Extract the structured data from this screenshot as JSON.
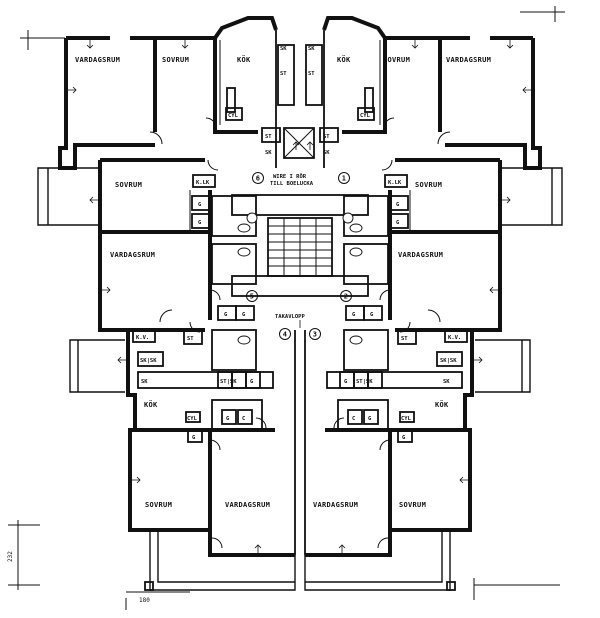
{
  "plan": {
    "rooms": [
      {
        "id": "vardagsrum-top-left",
        "label": "VARDAGSRUM"
      },
      {
        "id": "sovrum-top-left",
        "label": "SOVRUM"
      },
      {
        "id": "kok-top-left",
        "label": "KÖK"
      },
      {
        "id": "kok-top-right",
        "label": "KÖK"
      },
      {
        "id": "sovrum-top-right",
        "label": "SOVRUM"
      },
      {
        "id": "vardagsrum-top-right",
        "label": "VARDAGSRUM"
      },
      {
        "id": "sovrum-mid-left",
        "label": "SOVRUM"
      },
      {
        "id": "sovrum-mid-right",
        "label": "SOVRUM"
      },
      {
        "id": "vardagsrum-mid-left",
        "label": "VARDAGSRUM"
      },
      {
        "id": "vardagsrum-mid-right",
        "label": "VARDAGSRUM"
      },
      {
        "id": "kok-low-left",
        "label": "KÖK"
      },
      {
        "id": "kok-low-right",
        "label": "KÖK"
      },
      {
        "id": "sovrum-bottom-left",
        "label": "SOVRUM"
      },
      {
        "id": "vardagsrum-bottom-left",
        "label": "VARDAGSRUM"
      },
      {
        "id": "vardagsrum-bottom-right",
        "label": "VARDAGSRUM"
      },
      {
        "id": "sovrum-bottom-right",
        "label": "SOVRUM"
      }
    ],
    "fixtures": {
      "st": "ST",
      "sk": "SK",
      "cyl": "CYL",
      "kv": "K.V.",
      "klk": "K.LK",
      "sksk": "SK|SK",
      "stsk": "ST|SK",
      "g": "G",
      "c": "C"
    },
    "apartment_numbers": [
      "1",
      "2",
      "3",
      "4",
      "5",
      "6"
    ],
    "notes": {
      "wire_line1": "WIRE I RÖR",
      "wire_line2": "TILL BOELUCKA",
      "takavlopp": "TAKAVLOPP"
    },
    "dimensions": {
      "vertical": "232",
      "horizontal": "180"
    }
  }
}
